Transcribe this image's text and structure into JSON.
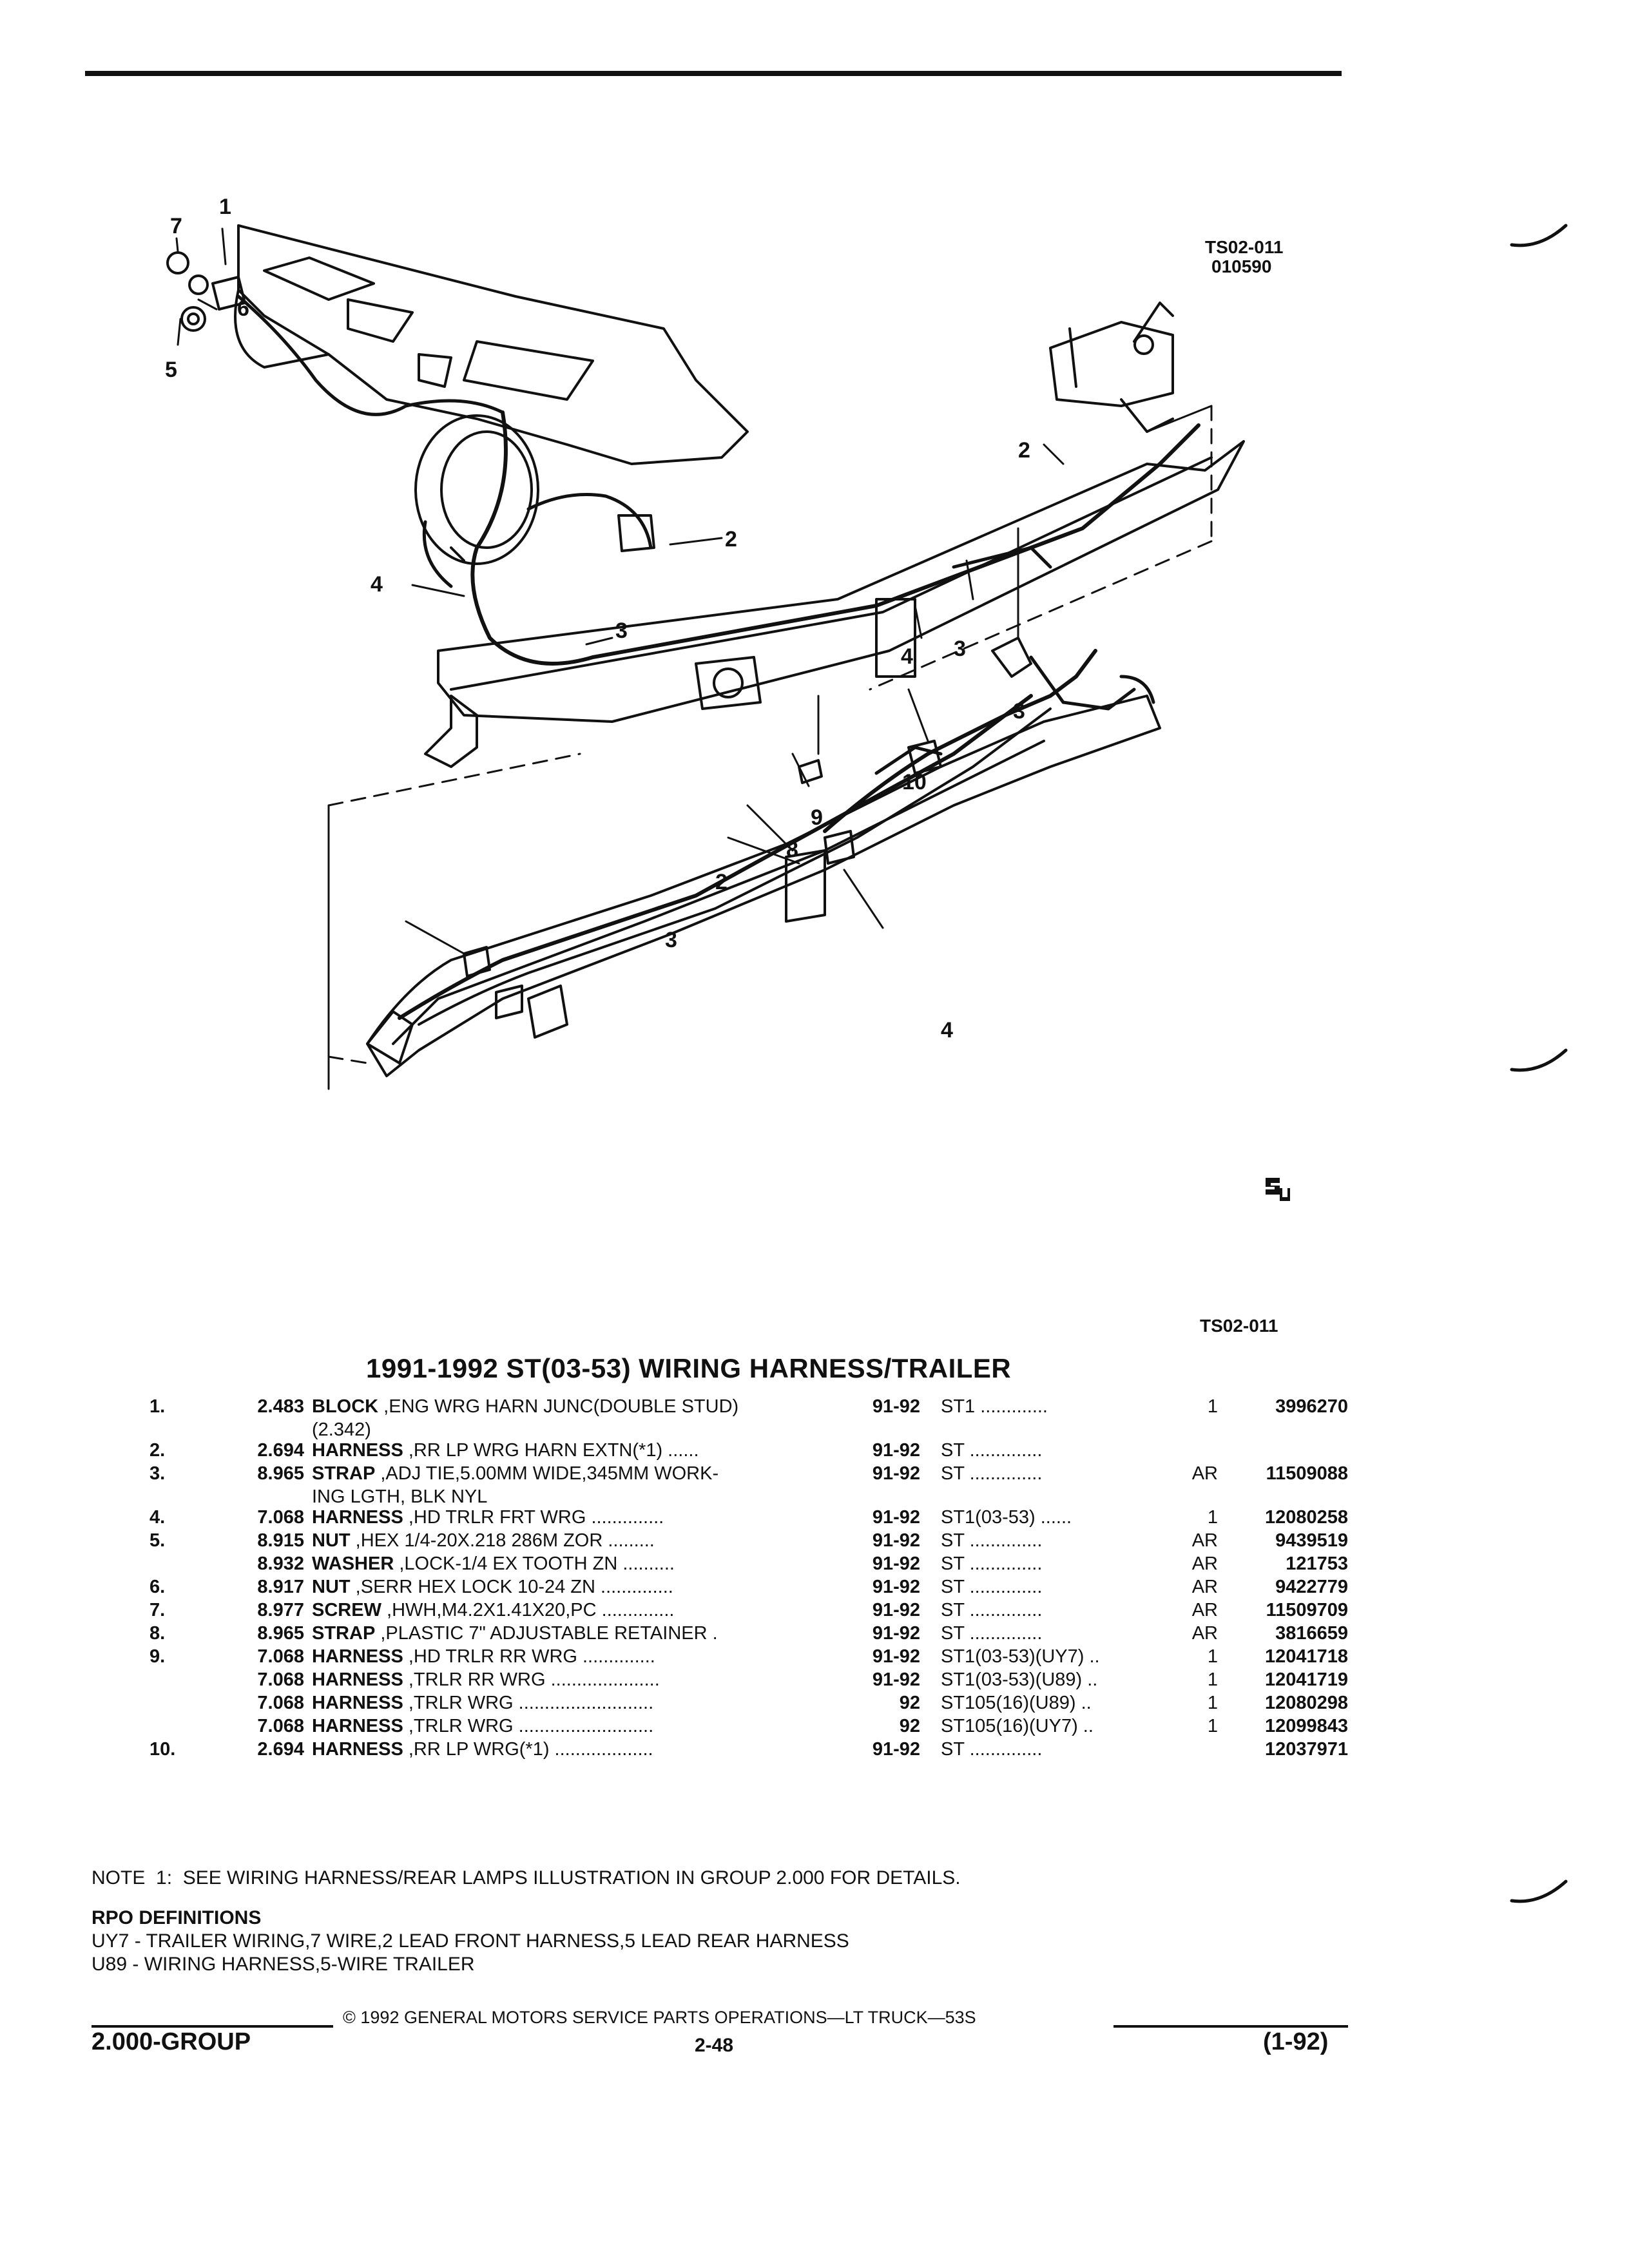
{
  "figure": {
    "code_top": "TS02-011",
    "code_date": "010590",
    "code_bottom": "TS02-011",
    "callouts_upper": [
      "1",
      "7",
      "6",
      "5",
      "2",
      "4",
      "3",
      "2",
      "4",
      "3"
    ],
    "callouts_lower": [
      "3",
      "10",
      "9",
      "8",
      "2",
      "3",
      "4"
    ],
    "logo_text": "ST"
  },
  "section_title": "1991-1992 ST(03-53) WIRING HARNESS/TRAILER",
  "parts": [
    {
      "ref": "1.",
      "group": "2.483",
      "name": "BLOCK",
      "desc": " ,ENG WRG HARN JUNC(DOUBLE STUD)",
      "years": "91-92",
      "model": "ST1 .............",
      "qty": "1",
      "part": "3996270",
      "cont": "(2.342)"
    },
    {
      "ref": "2.",
      "group": "2.694",
      "name": "HARNESS",
      "desc": " ,RR LP WRG HARN EXTN(*1) ......",
      "years": "91-92",
      "model": "ST ..............",
      "qty": "",
      "part": "",
      "cont": ""
    },
    {
      "ref": "3.",
      "group": "8.965",
      "name": "STRAP",
      "desc": " ,ADJ TIE,5.00MM WIDE,345MM WORK-",
      "years": "91-92",
      "model": "ST ..............",
      "qty": "AR",
      "part": "11509088",
      "cont": "ING LGTH, BLK NYL"
    },
    {
      "ref": "4.",
      "group": "7.068",
      "name": "HARNESS",
      "desc": " ,HD TRLR FRT WRG ..............",
      "years": "91-92",
      "model": "ST1(03-53) ......",
      "qty": "1",
      "part": "12080258",
      "cont": ""
    },
    {
      "ref": "5.",
      "group": "8.915",
      "name": "NUT",
      "desc": " ,HEX 1/4-20X.218 286M ZOR .........",
      "years": "91-92",
      "model": "ST ..............",
      "qty": "AR",
      "part": "9439519",
      "cont": ""
    },
    {
      "ref": "",
      "group": "8.932",
      "name": "WASHER",
      "desc": " ,LOCK-1/4 EX TOOTH ZN ..........",
      "years": "91-92",
      "model": "ST ..............",
      "qty": "AR",
      "part": "121753",
      "cont": ""
    },
    {
      "ref": "6.",
      "group": "8.917",
      "name": "NUT",
      "desc": " ,SERR HEX LOCK 10-24 ZN ..............",
      "years": "91-92",
      "model": "ST ..............",
      "qty": "AR",
      "part": "9422779",
      "cont": ""
    },
    {
      "ref": "7.",
      "group": "8.977",
      "name": "SCREW",
      "desc": " ,HWH,M4.2X1.41X20,PC ..............",
      "years": "91-92",
      "model": "ST ..............",
      "qty": "AR",
      "part": "11509709",
      "cont": ""
    },
    {
      "ref": "8.",
      "group": "8.965",
      "name": "STRAP",
      "desc": " ,PLASTIC 7\" ADJUSTABLE RETAINER .",
      "years": "91-92",
      "model": "ST ..............",
      "qty": "AR",
      "part": "3816659",
      "cont": ""
    },
    {
      "ref": "9.",
      "group": "7.068",
      "name": "HARNESS",
      "desc": " ,HD TRLR RR WRG ..............",
      "years": "91-92",
      "model": "ST1(03-53)(UY7) ..",
      "qty": "1",
      "part": "12041718",
      "cont": ""
    },
    {
      "ref": "",
      "group": "7.068",
      "name": "HARNESS",
      "desc": " ,TRLR RR WRG .....................",
      "years": "91-92",
      "model": "ST1(03-53)(U89) ..",
      "qty": "1",
      "part": "12041719",
      "cont": ""
    },
    {
      "ref": "",
      "group": "7.068",
      "name": "HARNESS",
      "desc": " ,TRLR WRG ..........................",
      "years": "92",
      "model": "ST105(16)(U89) ..",
      "qty": "1",
      "part": "12080298",
      "cont": ""
    },
    {
      "ref": "",
      "group": "7.068",
      "name": "HARNESS",
      "desc": " ,TRLR WRG ..........................",
      "years": "92",
      "model": "ST105(16)(UY7) ..",
      "qty": "1",
      "part": "12099843",
      "cont": ""
    },
    {
      "ref": "10.",
      "group": "2.694",
      "name": "HARNESS",
      "desc": " ,RR LP WRG(*1) ...................",
      "years": "91-92",
      "model": "ST ..............",
      "qty": "",
      "part": "12037971",
      "cont": ""
    }
  ],
  "note": "NOTE  1:  SEE WIRING HARNESS/REAR LAMPS ILLUSTRATION IN GROUP 2.000 FOR DETAILS.",
  "rpo": {
    "title": "RPO DEFINITIONS",
    "lines": [
      "UY7 - TRAILER WIRING,7 WIRE,2 LEAD FRONT HARNESS,5 LEAD REAR HARNESS",
      "U89 - WIRING HARNESS,5-WIRE TRAILER"
    ]
  },
  "footer": {
    "copyright": "©  1992  GENERAL MOTORS SERVICE PARTS OPERATIONS—LT TRUCK—53S",
    "group": "2.000-GROUP",
    "page": "2-48",
    "date": "(1-92)"
  }
}
